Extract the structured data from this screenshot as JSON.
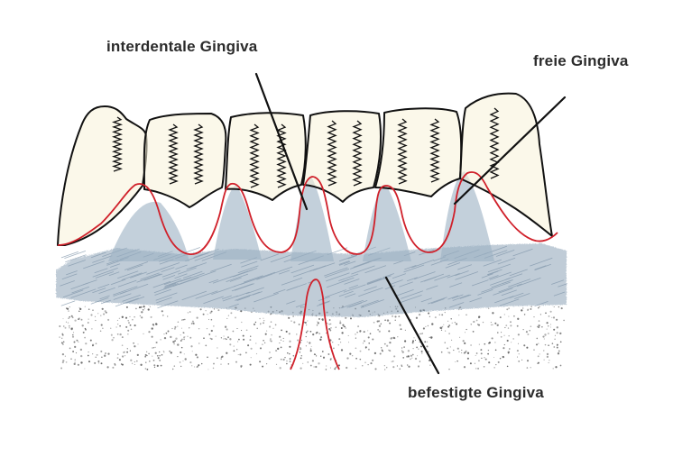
{
  "labels": {
    "interdental": "interdentale Gingiva",
    "free": "freie Gingiva",
    "attached": "befestigte Gingiva"
  },
  "colors": {
    "gum_margin": "#d0202a",
    "attached_gingiva_shading": "#8ea4b8",
    "tooth_outline": "#111111",
    "tooth_tint": "#f7f3d8",
    "leader_line": "#111111",
    "mucosa_stipple": "#555555"
  }
}
